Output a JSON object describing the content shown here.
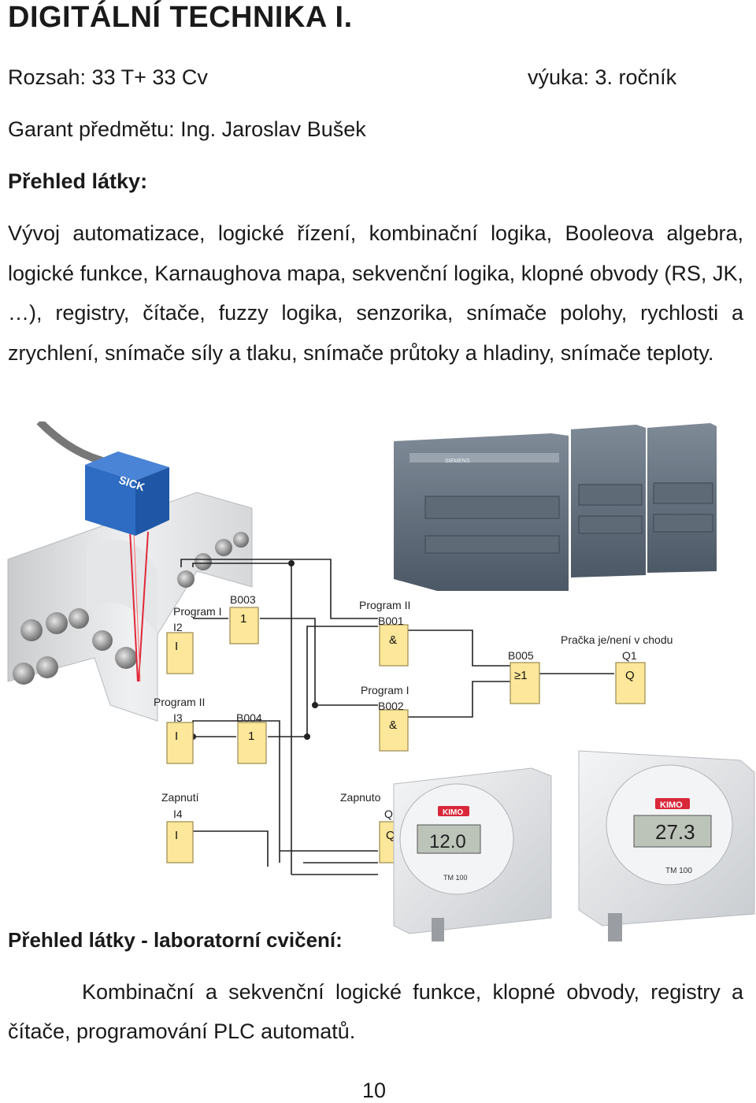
{
  "header": {
    "title": "DIGITÁLNÍ TECHNIKA I.",
    "scope": "Rozsah: 33 T+ 33 Cv",
    "year": "výuka: 3. ročník",
    "guarantor": "Garant předmětu: Ing. Jaroslav Bušek"
  },
  "overview": {
    "heading": "Přehled látky:",
    "text": "Vývoj automatizace, logické řízení, kombinační logika, Booleova algebra, logické funkce, Karnaughova mapa, sekvenční logika, klopné obvody (RS, JK, …), registry, čítače, fuzzy logika, senzorika, snímače polohy, rychlosti a zrychlení, snímače síly a tlaku, snímače průtoky a hladiny, snímače teploty."
  },
  "illustration": {
    "sensor_brand": "SICK",
    "plc_brand": "SIEMENS",
    "diagram": {
      "blocks": [
        {
          "id": "I2",
          "label": "I",
          "caption": "Program I"
        },
        {
          "id": "B003",
          "label": "1"
        },
        {
          "id": "B001",
          "label": "&",
          "caption": "Program II"
        },
        {
          "id": "I3",
          "label": "I",
          "caption": "Program II"
        },
        {
          "id": "B004",
          "label": "1"
        },
        {
          "id": "B002",
          "label": "&",
          "caption": "Program I"
        },
        {
          "id": "B005",
          "label": "≥1"
        },
        {
          "id": "Q1",
          "label": "Q",
          "caption": "Pračka je/není v chodu"
        },
        {
          "id": "I4",
          "label": "I",
          "caption": "Zapnutí"
        },
        {
          "id": "Q",
          "label": "Q",
          "caption": "Zapnuto"
        }
      ]
    },
    "thermometers": [
      {
        "brand": "KIMO",
        "reading": "12.0",
        "model": "TM 100"
      },
      {
        "brand": "KIMO",
        "reading": "27.3",
        "model": "TM 100"
      }
    ]
  },
  "lab": {
    "heading": "Přehled látky - laboratorní cvičení:",
    "text": "Kombinační a sekvenční logické funkce, klopné obvody, registry a čítače, programování PLC automatů."
  },
  "page_number": "10"
}
